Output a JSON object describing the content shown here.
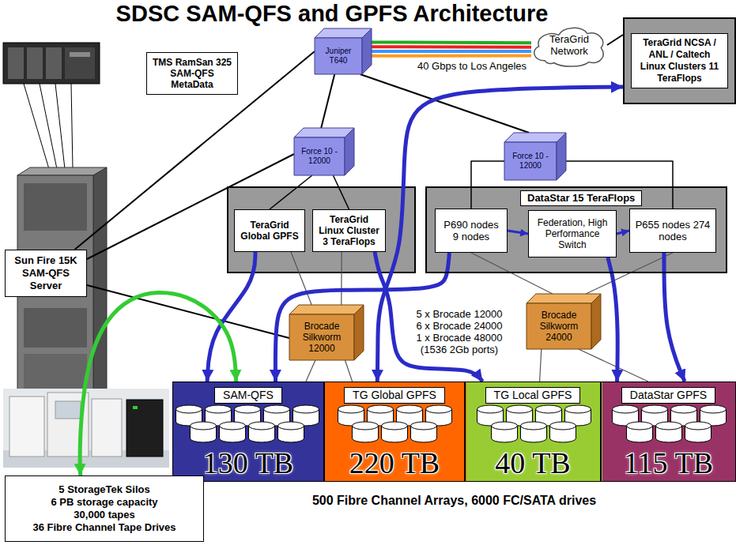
{
  "diagram": {
    "title": "SDSC SAM-QFS and GPFS Architecture",
    "nodes": [
      {
        "text": [
          "TMS RamSan 325 SAM-QFS MetaData"
        ]
      },
      {
        "text": [
          "Juniper T640"
        ]
      },
      {
        "text": [
          "TeraGrid Network"
        ]
      },
      {
        "text": [
          "TeraGrid NCSA / ANL / Caltech Linux Clusters 11 TeraFlops"
        ]
      },
      {
        "text": [
          "Force 10 - 12000"
        ]
      },
      {
        "text": [
          "Force 10 - 12000"
        ]
      },
      {
        "text": [
          "TeraGrid Global GPFS"
        ]
      },
      {
        "text": [
          "TeraGrid Linux Cluster 3 TeraFlops"
        ]
      },
      {
        "text": [
          "DataStar 15 TeraFlops"
        ]
      },
      {
        "text": [
          "P690 nodes 9 nodes"
        ],
        "in": 8
      },
      {
        "text": [
          "Federation, High Performance Switch"
        ],
        "in": 8
      },
      {
        "text": [
          "P655 nodes 274 nodes"
        ],
        "in": 8
      },
      {
        "text": [
          "Sun Fire 15K SAM-QFS Server"
        ]
      },
      {
        "text": [
          "Brocade Silkworm 12000"
        ]
      },
      {
        "text": [
          "Brocade Silkworm 24000"
        ]
      },
      {
        "text": [
          "500 Fibre Channel Arrays, 6000 FC/SATA drives"
        ]
      },
      {
        "text": [
          "SAM-QFS",
          "130 TB"
        ],
        "in": 15
      },
      {
        "text": [
          "TG Global GPFS",
          "220 TB"
        ],
        "in": 15
      },
      {
        "text": [
          "TG Local GPFS",
          "40 TB"
        ],
        "in": 15
      },
      {
        "text": [
          "DataStar GPFS",
          "115 TB"
        ],
        "in": 15
      },
      {
        "text": [
          "5 StorageTek Silos",
          "6 PB storage capacity",
          "30,000 tapes",
          "36 Fibre Channel Tape Drives"
        ]
      }
    ],
    "edges": [
      {
        "from": 12,
        "to": 1,
        "arrow": "none"
      },
      {
        "from": 12,
        "to": 4,
        "arrow": "none"
      },
      {
        "from": 12,
        "to": 13,
        "arrow": "none"
      },
      {
        "from": 1,
        "to": 4,
        "arrow": "none"
      },
      {
        "from": 1,
        "to": 5,
        "arrow": "none"
      },
      {
        "from": 1,
        "to": 2,
        "arrow": "none"
      },
      {
        "from": 1,
        "to": 2,
        "arrow": "none"
      },
      {
        "from": 1,
        "to": 2,
        "arrow": "none"
      },
      {
        "from": 1,
        "to": 2,
        "arrow": "none"
      },
      {
        "from": 2,
        "to": 3,
        "arrow": "none"
      },
      {
        "from": 4,
        "to": 6,
        "arrow": "none"
      },
      {
        "from": 4,
        "to": 7,
        "arrow": "none"
      },
      {
        "from": 5,
        "to": 9,
        "arrow": "none"
      },
      {
        "from": 5,
        "to": 11,
        "arrow": "none"
      },
      {
        "from": 13,
        "to": 6,
        "arrow": "none"
      },
      {
        "from": 13,
        "to": 7,
        "arrow": "none"
      },
      {
        "from": 13,
        "to": 16,
        "arrow": "none"
      },
      {
        "from": 13,
        "to": 17,
        "arrow": "none"
      },
      {
        "from": 14,
        "to": 9,
        "arrow": "none"
      },
      {
        "from": 14,
        "to": 11,
        "arrow": "none"
      },
      {
        "from": 14,
        "to": 18,
        "arrow": "none"
      },
      {
        "from": 14,
        "to": 19,
        "arrow": "none"
      },
      {
        "from": 3,
        "to": 17,
        "arrow": "both"
      },
      {
        "from": 6,
        "to": 16,
        "arrow": "to"
      },
      {
        "from": 7,
        "to": 18,
        "arrow": "to"
      },
      {
        "from": 9,
        "to": 16,
        "arrow": "to"
      },
      {
        "from": 10,
        "to": 19,
        "arrow": "to"
      },
      {
        "from": 11,
        "to": 19,
        "arrow": "to"
      },
      {
        "from": 9,
        "to": 10,
        "arrow": "to"
      },
      {
        "from": 10,
        "to": 11,
        "arrow": "to"
      },
      {
        "from": 16,
        "to": 20,
        "arrow": "both"
      }
    ],
    "labels": [
      "40 Gbps to Los Angeles",
      "5 x Brocade 12000",
      "6 x Brocade 24000",
      "1 x Brocade 48000",
      "(1536 2Gb ports)"
    ]
  }
}
